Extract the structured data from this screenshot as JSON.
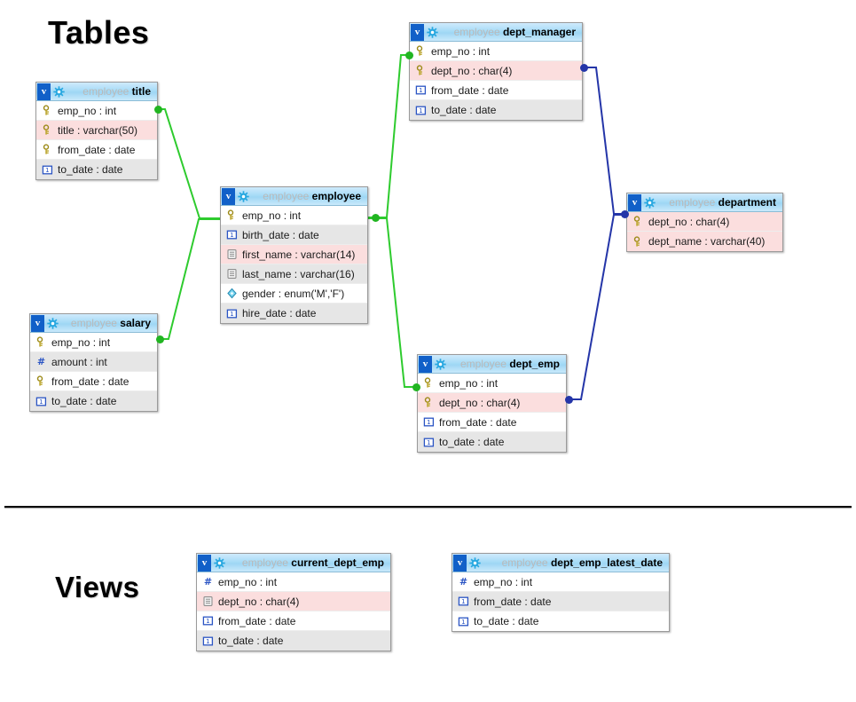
{
  "page": {
    "sections": [
      {
        "id": "tables",
        "label": "Tables"
      },
      {
        "id": "views",
        "label": "Views"
      }
    ],
    "colors": {
      "header_blue": "#a8dcf7",
      "badge_blue": "#1160c8",
      "gear_cyan": "#29a8e0",
      "row_pink": "#fbdede",
      "row_grey": "#e6e6e6",
      "connector_green": "#2ecb2e",
      "connector_blue": "#2435a8",
      "schema_grey": "#b9b9b9"
    }
  },
  "entities": [
    {
      "id": "title",
      "badge": "v",
      "schema": "employee",
      "name": "title",
      "columns": [
        {
          "icon": "key-icon",
          "label": "emp_no : int",
          "shade": "white"
        },
        {
          "icon": "key-icon",
          "label": "title : varchar(50)",
          "shade": "pink"
        },
        {
          "icon": "key-icon",
          "label": "from_date : date",
          "shade": "white"
        },
        {
          "icon": "date-icon",
          "label": "to_date : date",
          "shade": "grey"
        }
      ]
    },
    {
      "id": "salary",
      "badge": "v",
      "schema": "employee",
      "name": "salary",
      "columns": [
        {
          "icon": "key-icon",
          "label": "emp_no : int",
          "shade": "white"
        },
        {
          "icon": "number-icon",
          "label": "amount : int",
          "shade": "grey"
        },
        {
          "icon": "key-icon",
          "label": "from_date : date",
          "shade": "white"
        },
        {
          "icon": "date-icon",
          "label": "to_date : date",
          "shade": "grey"
        }
      ]
    },
    {
      "id": "employee",
      "badge": "v",
      "schema": "employee",
      "name": "employee",
      "columns": [
        {
          "icon": "key-icon",
          "label": "emp_no : int",
          "shade": "white"
        },
        {
          "icon": "date-icon",
          "label": "birth_date : date",
          "shade": "grey"
        },
        {
          "icon": "text-icon",
          "label": "first_name : varchar(14)",
          "shade": "pink"
        },
        {
          "icon": "text-icon",
          "label": "last_name : varchar(16)",
          "shade": "grey"
        },
        {
          "icon": "enum-icon",
          "label": "gender : enum('M','F')",
          "shade": "white"
        },
        {
          "icon": "date-icon",
          "label": "hire_date : date",
          "shade": "grey"
        }
      ]
    },
    {
      "id": "dept_manager",
      "badge": "v",
      "schema": "employee",
      "name": "dept_manager",
      "columns": [
        {
          "icon": "key-icon",
          "label": "emp_no : int",
          "shade": "white"
        },
        {
          "icon": "key-icon",
          "label": "dept_no : char(4)",
          "shade": "pink"
        },
        {
          "icon": "date-icon",
          "label": "from_date : date",
          "shade": "white"
        },
        {
          "icon": "date-icon",
          "label": "to_date : date",
          "shade": "grey"
        }
      ]
    },
    {
      "id": "dept_emp",
      "badge": "v",
      "schema": "employee",
      "name": "dept_emp",
      "columns": [
        {
          "icon": "key-icon",
          "label": "emp_no : int",
          "shade": "white"
        },
        {
          "icon": "key-icon",
          "label": "dept_no : char(4)",
          "shade": "pink"
        },
        {
          "icon": "date-icon",
          "label": "from_date : date",
          "shade": "white"
        },
        {
          "icon": "date-icon",
          "label": "to_date : date",
          "shade": "grey"
        }
      ]
    },
    {
      "id": "department",
      "badge": "v",
      "schema": "employee",
      "name": "department",
      "columns": [
        {
          "icon": "key-icon",
          "label": "dept_no : char(4)",
          "shade": "pink"
        },
        {
          "icon": "key-icon",
          "label": "dept_name : varchar(40)",
          "shade": "pink"
        }
      ]
    },
    {
      "id": "current_dept_emp",
      "badge": "v",
      "schema": "employee",
      "name": "current_dept_emp",
      "columns": [
        {
          "icon": "number-icon",
          "label": "emp_no : int",
          "shade": "white"
        },
        {
          "icon": "text-icon",
          "label": "dept_no : char(4)",
          "shade": "pink"
        },
        {
          "icon": "date-icon",
          "label": "from_date : date",
          "shade": "white"
        },
        {
          "icon": "date-icon",
          "label": "to_date : date",
          "shade": "grey"
        }
      ]
    },
    {
      "id": "dept_emp_latest_date",
      "badge": "v",
      "schema": "employee",
      "name": "dept_emp_latest_date",
      "columns": [
        {
          "icon": "number-icon",
          "label": "emp_no : int",
          "shade": "white"
        },
        {
          "icon": "date-icon",
          "label": "from_date : date",
          "shade": "grey"
        },
        {
          "icon": "date-icon",
          "label": "to_date : date",
          "shade": "white"
        }
      ]
    }
  ],
  "relationships": [
    {
      "from": "title",
      "to": "employee",
      "color": "green"
    },
    {
      "from": "salary",
      "to": "employee",
      "color": "green"
    },
    {
      "from": "employee",
      "to": "dept_manager",
      "color": "green"
    },
    {
      "from": "employee",
      "to": "dept_emp",
      "color": "green"
    },
    {
      "from": "dept_manager",
      "to": "department",
      "color": "blue"
    },
    {
      "from": "dept_emp",
      "to": "department",
      "color": "blue"
    }
  ]
}
